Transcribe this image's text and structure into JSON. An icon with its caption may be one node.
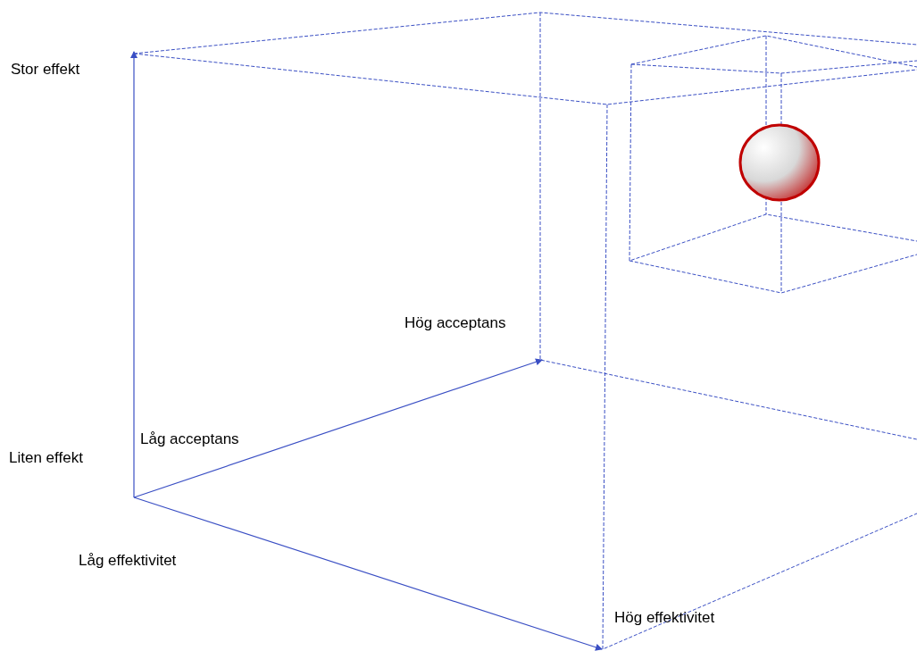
{
  "diagram": {
    "labels": [
      "Stor effekt",
      "Hög acceptans",
      "Låg acceptans",
      "Liten effekt",
      "Låg effektivitet",
      "Hög effektivitet"
    ]
  }
}
